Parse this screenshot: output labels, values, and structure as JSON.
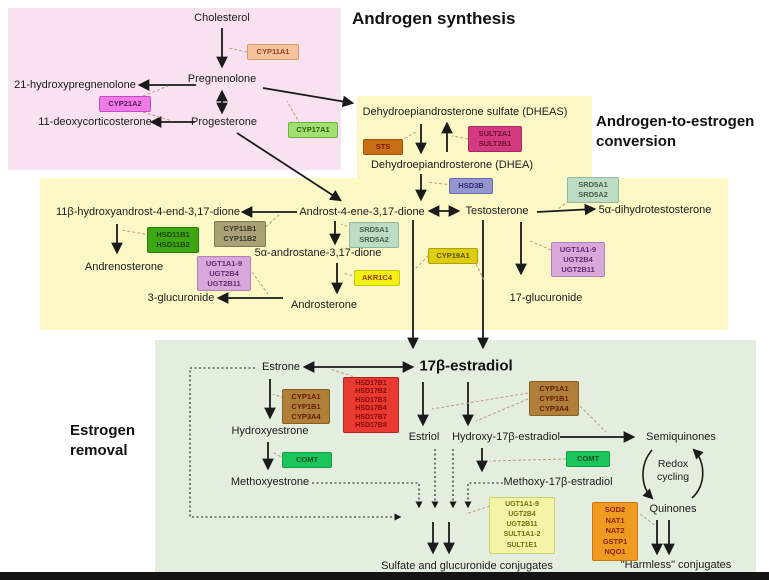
{
  "headers": {
    "androgen_synthesis": "Androgen synthesis",
    "androgen_to_estrogen": "Androgen-to-estrogen\nconversion",
    "estrogen_removal": "Estrogen\nremoval"
  },
  "metabolites": {
    "cholesterol": "Cholesterol",
    "pregnenolone": "Pregnenolone",
    "hydroxypregnenolone": "21-hydroxypregnenolone",
    "deoxycorticosterone": "11-deoxycorticosterone",
    "progesterone": "Progesterone",
    "dheas": "Dehydroepiandrosterone sulfate (DHEAS)",
    "dhea": "Dehydroepiandrosterone (DHEA)",
    "androstenedione": "Androst-4-ene-3,17-dione",
    "testosterone": "Testosterone",
    "dht": "5α-dihydrotestosterone",
    "hydroxyandrostenedione": "11β-hydroxyandrost-4-end-3,17-dione",
    "andrenosterone": "Andrenosterone",
    "androstanedione": "5α-androstane-3,17-dione",
    "androsterone": "Androsterone",
    "glucuronide3": "3-glucuronide",
    "glucuronide17": "17-glucuronide",
    "estrone": "Estrone",
    "estradiol": "17β-estradiol",
    "hydroxyestrone": "Hydroxyestrone",
    "methoxyestrone": "Methoxyestrone",
    "estriol": "Estriol",
    "hydroxyestradiol": "Hydroxy-17β-estradiol",
    "methoxyestradiol": "Methoxy-17β-estradiol",
    "semiquinones": "Semiquinones",
    "quinones": "Quinones",
    "sulfate_conjugates": "Sulfate and glucuronide conjugates",
    "harmless_conjugates": "\"Harmless\" conjugates"
  },
  "annotations": {
    "redox_cycling": "Redox\ncycling"
  },
  "enzymes": {
    "cyp11a1": {
      "lines": [
        "CYP11A1"
      ]
    },
    "cyp21a2": {
      "lines": [
        "CYP21A2"
      ]
    },
    "cyp17a1": {
      "lines": [
        "CYP17A1"
      ]
    },
    "sts": {
      "lines": [
        "STS"
      ]
    },
    "sult2": {
      "lines": [
        "SULT2A1",
        "SULT2B1"
      ]
    },
    "hsd3b": {
      "lines": [
        "HSD3B"
      ]
    },
    "srd5_right": {
      "lines": [
        "SRD5A1",
        "SRD5A2"
      ]
    },
    "srd5_mid": {
      "lines": [
        "SRD5A1",
        "SRD5A2"
      ]
    },
    "cyp11b": {
      "lines": [
        "CYP11B1",
        "CYP11B2"
      ]
    },
    "hsd11b": {
      "lines": [
        "HSD11B1",
        "HSD11B2"
      ]
    },
    "ugt_androsterone": {
      "lines": [
        "UGT1A1-9",
        "UGT2B4",
        "UGT2B11"
      ]
    },
    "akr1c4": {
      "lines": [
        "AKR1C4"
      ]
    },
    "cyp19a1": {
      "lines": [
        "CYP19A1"
      ]
    },
    "ugt_testosterone": {
      "lines": [
        "UGT1A1-9",
        "UGT2B4",
        "UGT2B11"
      ]
    },
    "hsd17b": {
      "lines": [
        "HSD17B1",
        "HSD17B2",
        "HSD17B3",
        "HSD17B4",
        "HSD17B7",
        "HSD17B8"
      ]
    },
    "cyp1_estrone": {
      "lines": [
        "CYP1A1",
        "CYP1B1",
        "CYP3A4"
      ]
    },
    "comt_estrone": {
      "lines": [
        "COMT"
      ]
    },
    "cyp1_estradiol": {
      "lines": [
        "CYP1A1",
        "CYP1B1",
        "CYP3A4"
      ]
    },
    "comt_estradiol": {
      "lines": [
        "COMT"
      ]
    },
    "ugt_sult_conjugation": {
      "lines": [
        "UGT1A1-9",
        "UGT2B4",
        "UGT2B11",
        "SULT1A1-2",
        "SULT1E1"
      ]
    },
    "sod_nat_gst": {
      "lines": [
        "SOD2",
        "NAT1",
        "NAT2",
        "GSTP1",
        "NQO1"
      ]
    }
  },
  "palette": {
    "region_pink": "#f8e2f1",
    "region_yellow": "#fbf8c6",
    "region_green": "#e3eedf",
    "arrow_color": "#1a1a1a",
    "connector_dash": "#c39b85",
    "box_cyp11a1": "#f6c29c",
    "box_cyp21a2": "#f07ae8",
    "box_cyp17a1": "#9fe070",
    "box_sts": "#c86e14",
    "box_sult2": "#d43a80",
    "box_hsd3b": "#9496cf",
    "box_srd5": "#bcdcc4",
    "box_cyp11b": "#a8a276",
    "box_hsd11b": "#3fa613",
    "box_ugt": "#d9a7d9",
    "box_akr1c4": "#f2ef12",
    "box_cyp19a1": "#ddcf10",
    "box_hsd17b": "#e93a32",
    "box_cyp1": "#b07f3a",
    "box_comt": "#1cc45c",
    "box_ugtsult": "#f4f4a6",
    "box_sod": "#f09a22"
  }
}
